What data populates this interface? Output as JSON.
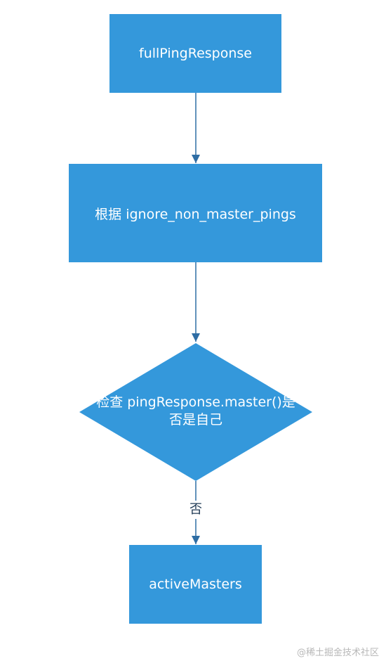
{
  "nodes": {
    "start": "fullPingResponse",
    "filter": "根据 ignore_non_master_pings",
    "decision_line1": "检查 pingResponse.master()是",
    "decision_line2": "否是自己",
    "end": "activeMasters"
  },
  "edges": {
    "decision_to_end_label": "否"
  },
  "watermark": "@稀土掘金技术社区",
  "colors": {
    "node_fill": "#3498db",
    "edge": "#2e6da4"
  }
}
